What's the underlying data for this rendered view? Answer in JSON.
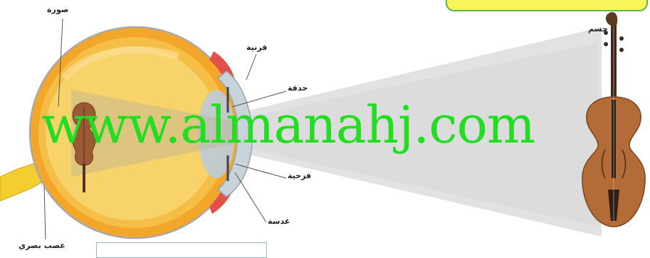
{
  "title_banner": "",
  "labels": {
    "image": "صورة",
    "cornea": "قرنية",
    "pupil": "حدقة",
    "iris": "قزحية",
    "lens": "عدسة",
    "object": "جسم",
    "optic_nerve": "عصب بصري"
  },
  "watermark": "www.almanahj.com",
  "caption_box": "",
  "colors": {
    "sclera": "#f3a72a",
    "eyeball_interior": "#f7cf5c",
    "choroid_red": "#e2504a",
    "optic_nerve": "#f4ce2e",
    "cornea": "#bcc8d2",
    "lens": "#b7c7d6",
    "light_cone": "#dedede",
    "violin_body": "#b36b38",
    "watermark": "#22dd22",
    "banner_fill": "#f8f45a",
    "banner_border": "#58b84a"
  }
}
